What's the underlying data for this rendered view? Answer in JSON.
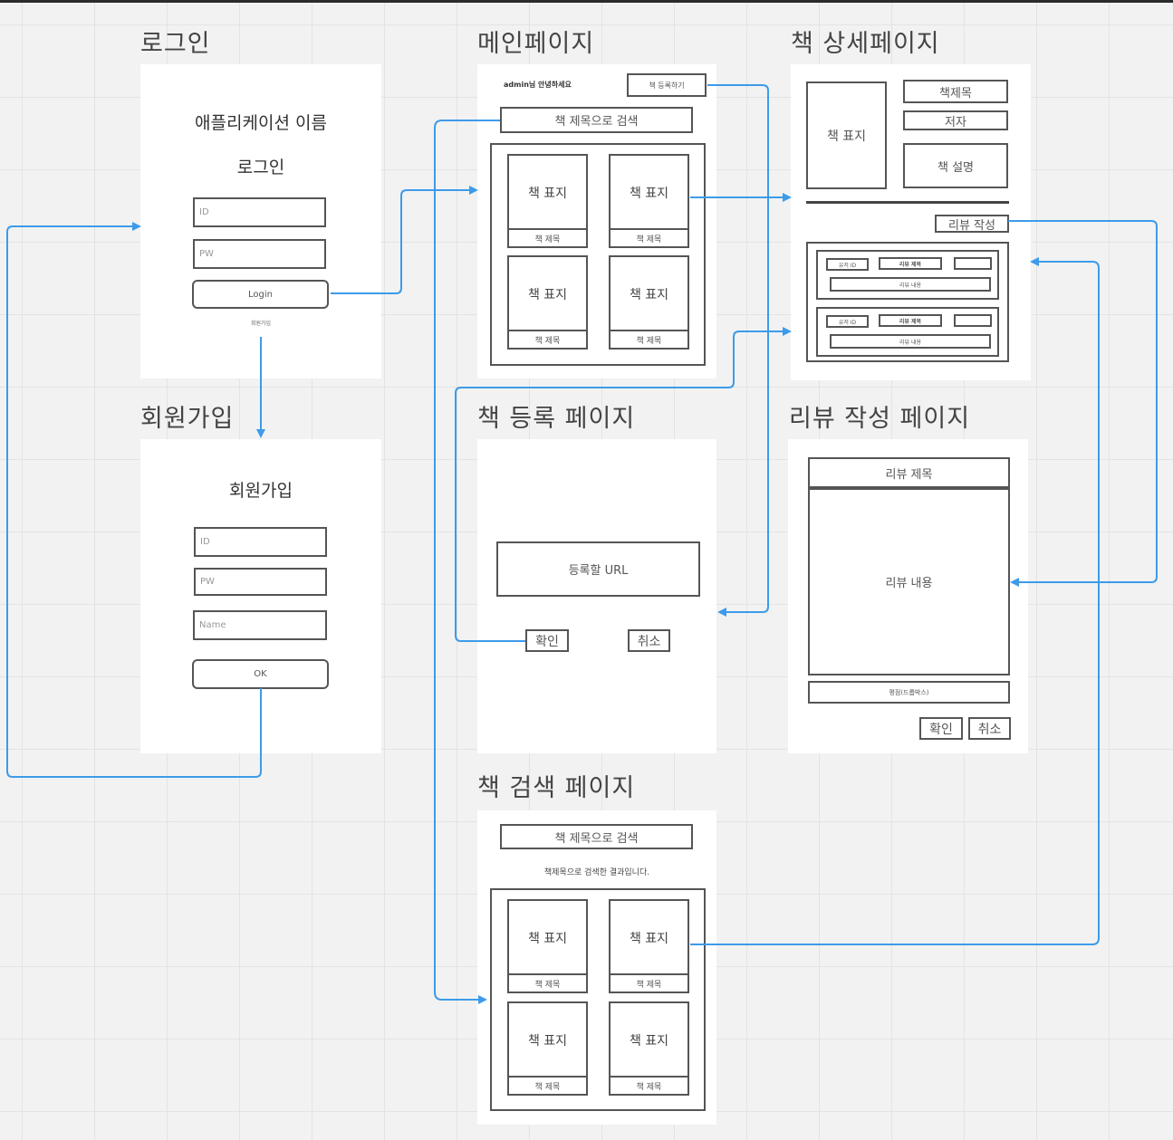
{
  "sections": {
    "login": "로그인",
    "main": "메인페이지",
    "detail": "책 상세페이지",
    "signup": "회원가입",
    "register": "책 등록 페이지",
    "review_write": "리뷰 작성 페이지",
    "search": "책 검색 페이지"
  },
  "login": {
    "app_name": "애플리케이션 이름",
    "heading": "로그인",
    "id_placeholder": "ID",
    "pw_placeholder": "PW",
    "login_button": "Login",
    "signup_link": "회원가입"
  },
  "signup": {
    "heading": "회원가입",
    "id_placeholder": "ID",
    "pw_placeholder": "PW",
    "name_placeholder": "Name",
    "ok_button": "OK"
  },
  "main": {
    "greeting": "admin님 안녕하세요",
    "register_button": "책 등록하기",
    "search_bar": "책 제목으로 검색",
    "cover_label": "책 표지",
    "title_label": "책 제목"
  },
  "detail": {
    "cover": "책 표지",
    "title": "책제목",
    "author": "저자",
    "description": "책 설명",
    "write_review_button": "리뷰 작성",
    "user_id": "유저 ID",
    "review_title": "리뷰 제목",
    "review_body": "리뷰 내용"
  },
  "register": {
    "url_box": "등록할 URL",
    "confirm_button": "확인",
    "cancel_button": "취소"
  },
  "review_write": {
    "title": "리뷰 제목",
    "body": "리뷰 내용",
    "rating": "평점(드롭박스)",
    "confirm_button": "확인",
    "cancel_button": "취소"
  },
  "search": {
    "search_bar": "책 제목으로 검색",
    "result_text": "책제목으로 검색한 결과입니다.",
    "cover_label": "책 표지",
    "title_label": "책 제목"
  },
  "colors": {
    "arrow": "#3d9be9",
    "grid": "#e3e3e3",
    "background": "#f2f2f2"
  }
}
